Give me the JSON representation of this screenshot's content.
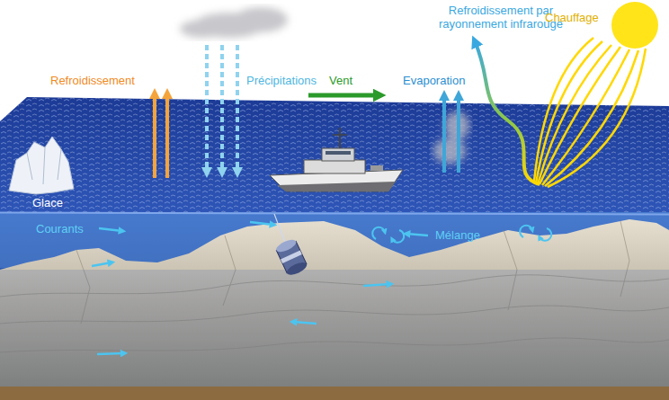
{
  "diagram": {
    "labels": [
      "Refroidissement par rayonnement infrarouge",
      "Chauffage",
      "Refroidissement",
      "Précipitations",
      "Vent",
      "Evaporation",
      "Glace",
      "Courants",
      "Mélange"
    ]
  }
}
